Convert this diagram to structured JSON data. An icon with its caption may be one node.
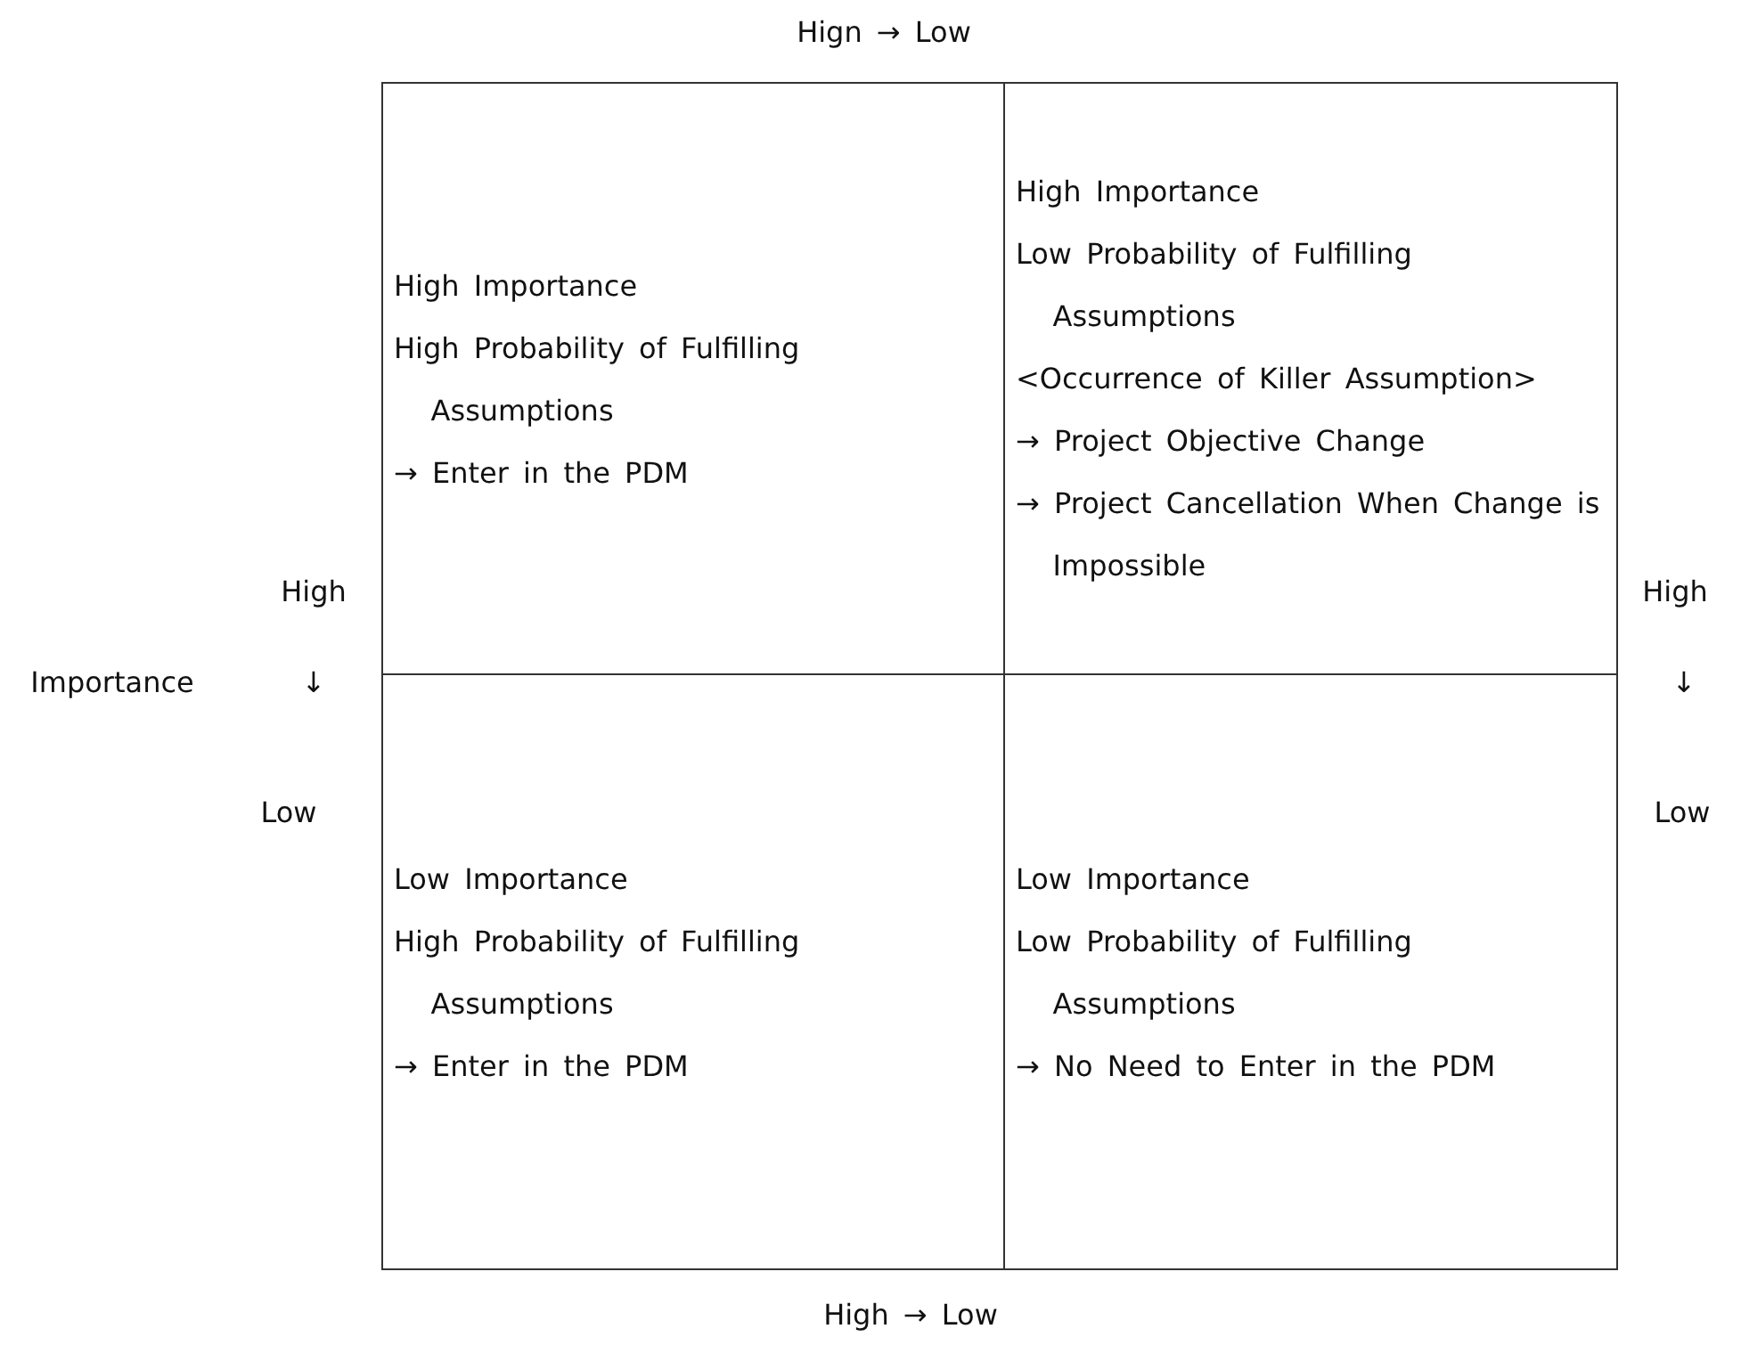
{
  "diagram": {
    "nodes": [
      {
        "text": [
          "High Importance",
          "High Probability of Fulfilling Assumptions",
          "→ Enter in the PDM"
        ]
      },
      {
        "text": [
          "High Importance",
          "Low Probability of Fulfilling Assumptions",
          "<Occurrence of Killer Assumption>",
          "→ Project Objective Change",
          "→ Project Cancellation When Change is Impossible"
        ]
      },
      {
        "text": [
          "Low Importance",
          "High Probability of Fulfilling Assumptions",
          "→ Enter in the PDM"
        ]
      },
      {
        "text": [
          "Low Importance",
          "Low Probability of Fulfilling Assumptions",
          "→ No Need to Enter in the PDM"
        ]
      }
    ],
    "edges": [],
    "labels": [
      "Hign → Low",
      "High",
      "High",
      "Importance",
      "↓",
      "↓",
      "Low",
      "Low",
      "High → Low"
    ]
  }
}
